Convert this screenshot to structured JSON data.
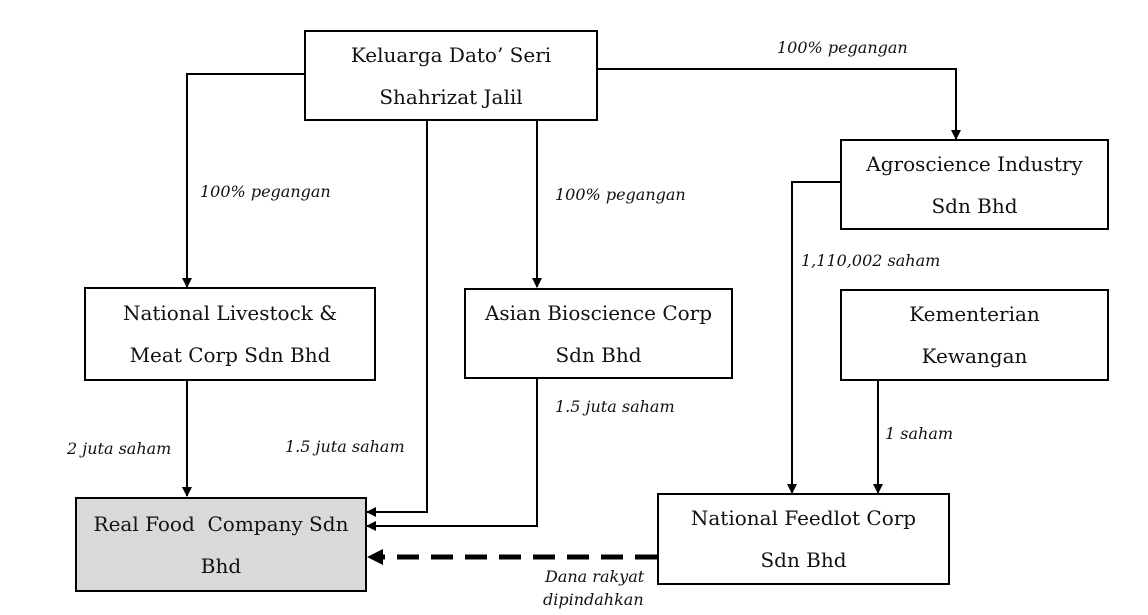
{
  "nodes": {
    "keluarga": {
      "line1": "Keluarga Dato’ Seri",
      "line2": "Shahrizat Jalil"
    },
    "agroscience": {
      "line1": "Agroscience Industry",
      "line2": "Sdn Bhd"
    },
    "nlmc": {
      "line1": "National Livestock &",
      "line2": "Meat Corp Sdn Bhd"
    },
    "asian": {
      "line1": "Asian Bioscience Corp",
      "line2": "Sdn Bhd"
    },
    "kementerian": {
      "line1": "Kementerian",
      "line2": "Kewangan"
    },
    "realfood": {
      "line1": "Real Food  Company Sdn",
      "line2": "Bhd"
    },
    "nfc": {
      "line1": "National Feedlot Corp",
      "line2": "Sdn Bhd"
    }
  },
  "edges": {
    "keluarga_agro": "100% pegangan",
    "keluarga_nlmc": "100% pegangan",
    "keluarga_asian": "100% pegangan",
    "agro_nfc": "1,110,002 saham",
    "nlmc_realfood": "2 juta saham",
    "keluarga_realfood": "1.5 juta saham",
    "asian_realfood": "1.5 juta saham",
    "kementerian_nfc": "1 saham",
    "nfc_realfood_line1": "Dana rakyat",
    "nfc_realfood_line2": "dipindahkan"
  }
}
